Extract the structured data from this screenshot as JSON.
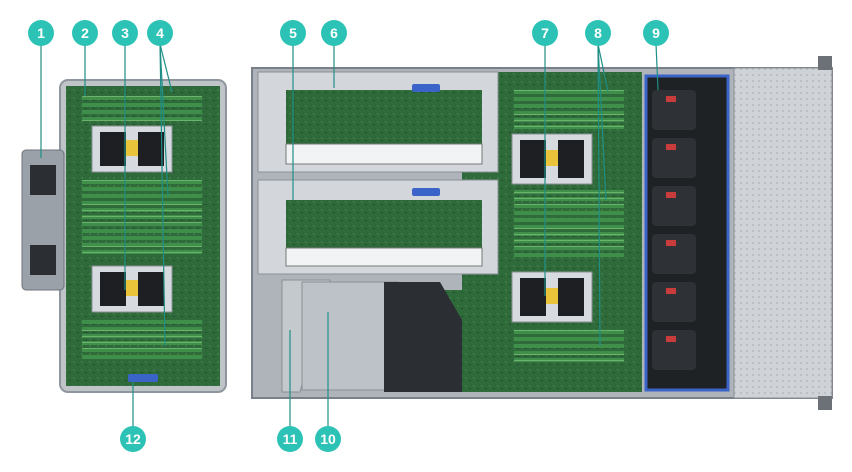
{
  "callouts": [
    {
      "label": "1"
    },
    {
      "label": "2"
    },
    {
      "label": "3"
    },
    {
      "label": "4"
    },
    {
      "label": "5"
    },
    {
      "label": "6"
    },
    {
      "label": "7"
    },
    {
      "label": "8"
    },
    {
      "label": "9"
    },
    {
      "label": "10"
    },
    {
      "label": "11"
    },
    {
      "label": "12"
    }
  ],
  "colors": {
    "callout": "#2cc3b6",
    "leader": "#1f8f86",
    "pcb": "#2e6b3a",
    "dimm": "#3c8a4a",
    "metal": "#c9ced3",
    "fan": "#2a2a2a",
    "latch": "#3b64c9"
  }
}
